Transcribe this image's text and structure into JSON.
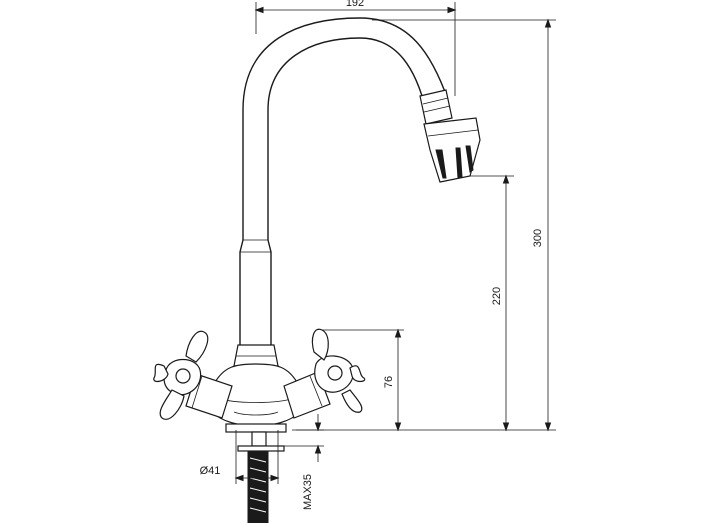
{
  "dimensions": {
    "spout_reach": "192",
    "total_height": "300",
    "spout_height": "220",
    "handle_height": "76",
    "base_diameter": "Ø41",
    "max_thickness": "MAX35"
  }
}
